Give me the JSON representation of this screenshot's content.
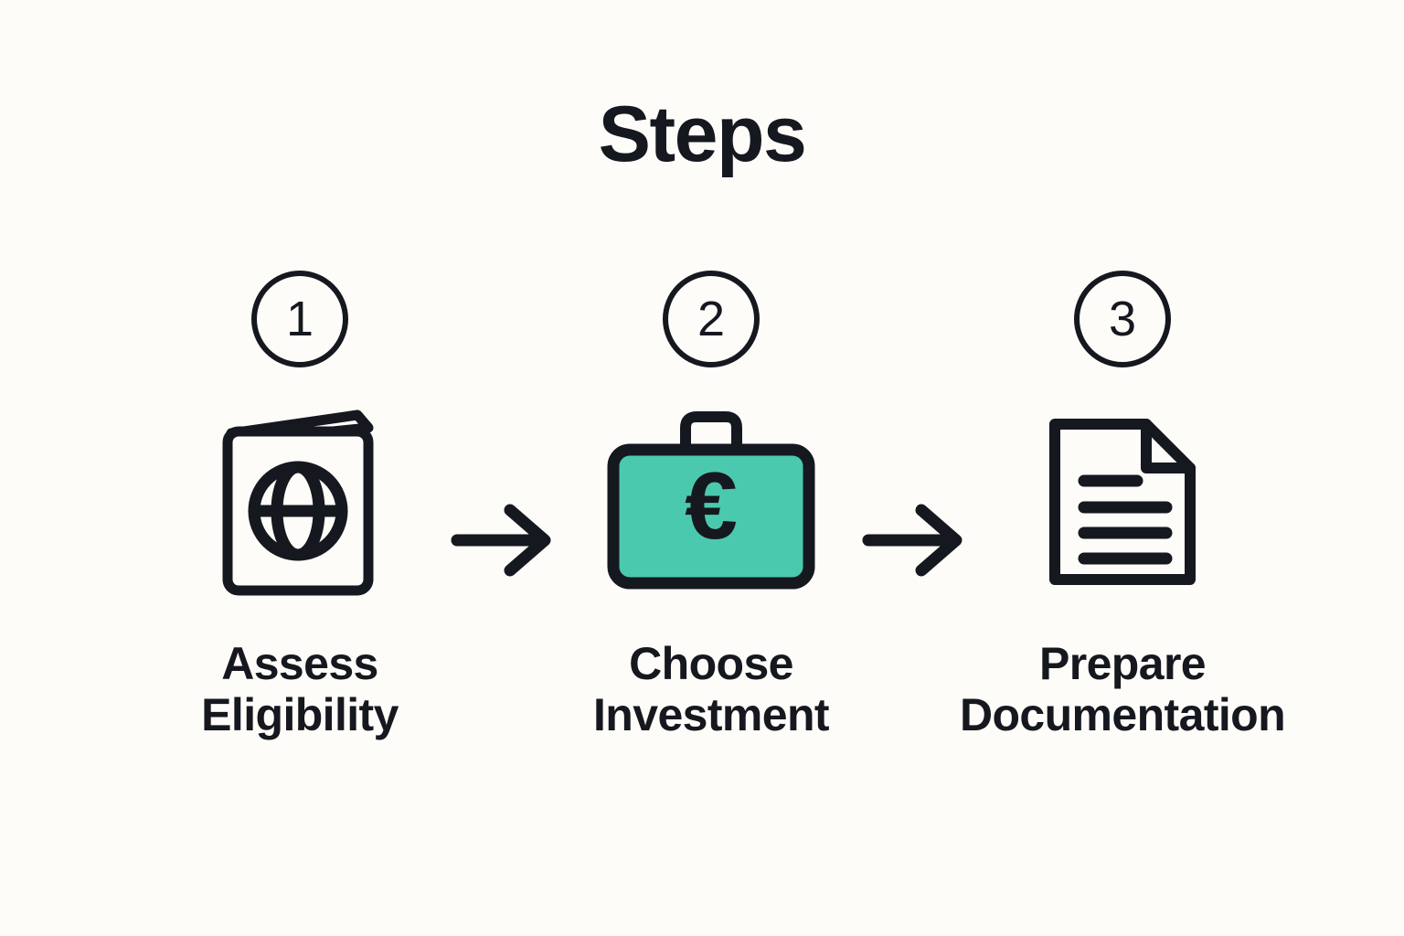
{
  "header": {
    "title": "Steps"
  },
  "colors": {
    "background": "#fdfcf8",
    "ink": "#16181f",
    "accent_teal": "#4bc9ae"
  },
  "flow": {
    "arrow_icon": "arrow-right-icon",
    "arrows": [
      {
        "name": "arrow-1-to-2"
      },
      {
        "name": "arrow-2-to-3"
      }
    ],
    "steps": [
      {
        "number": "1",
        "label": "Assess\nEligibility",
        "icon": "passport-globe-icon",
        "icon_filled": false
      },
      {
        "number": "2",
        "label": "Choose\nInvestment",
        "icon": "briefcase-euro-icon",
        "icon_filled": true,
        "icon_symbol": "€"
      },
      {
        "number": "3",
        "label": "Prepare\nDocumentation",
        "icon": "document-lines-icon",
        "icon_filled": false
      }
    ]
  }
}
